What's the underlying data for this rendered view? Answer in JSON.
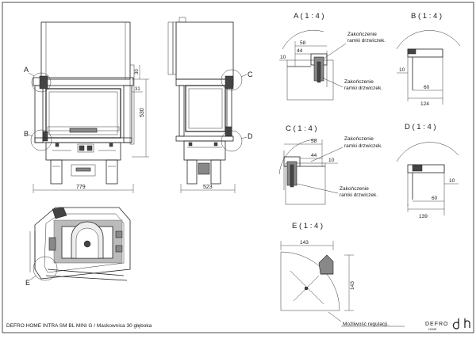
{
  "sheet": {
    "footer_caption": "DEFRO HOME INTRA SM BL MINI G / Maskownica 30 głęboka",
    "brand_text": "DEFRO",
    "brand_sub": "HOME"
  },
  "front_view": {
    "width_dim": "779",
    "height_dim": "530",
    "top_dim": "30",
    "side_dim": "31",
    "callout_a": "A",
    "callout_b": "B",
    "callout_e": "E"
  },
  "side_view": {
    "width_dim": "523",
    "callout_c": "C",
    "callout_d": "D"
  },
  "details": {
    "a": {
      "title": "A ( 1 : 4 )",
      "dims": [
        "58",
        "44",
        "10"
      ],
      "note_top": [
        "Zakończenie",
        "ramki drzwiczek."
      ],
      "note_bottom": [
        "Zakończenie",
        "ramki drzwiczek."
      ]
    },
    "b": {
      "title": "B ( 1 : 4 )",
      "dims": [
        "10",
        "60",
        "124"
      ]
    },
    "c": {
      "title": "C ( 1 : 4 )",
      "dims": [
        "58",
        "44",
        "10"
      ],
      "note_top": [
        "Zakończenie",
        "ramki drzwiczek."
      ],
      "note_bottom": [
        "Zakończenie",
        "ramki drzwiczek."
      ]
    },
    "d": {
      "title": "D ( 1 : 4 )",
      "dims": [
        "10",
        "60",
        "139"
      ]
    },
    "e": {
      "title": "E ( 1 : 4 )",
      "dims": [
        "143",
        "143"
      ],
      "note": "Możliwość regulacji."
    }
  }
}
